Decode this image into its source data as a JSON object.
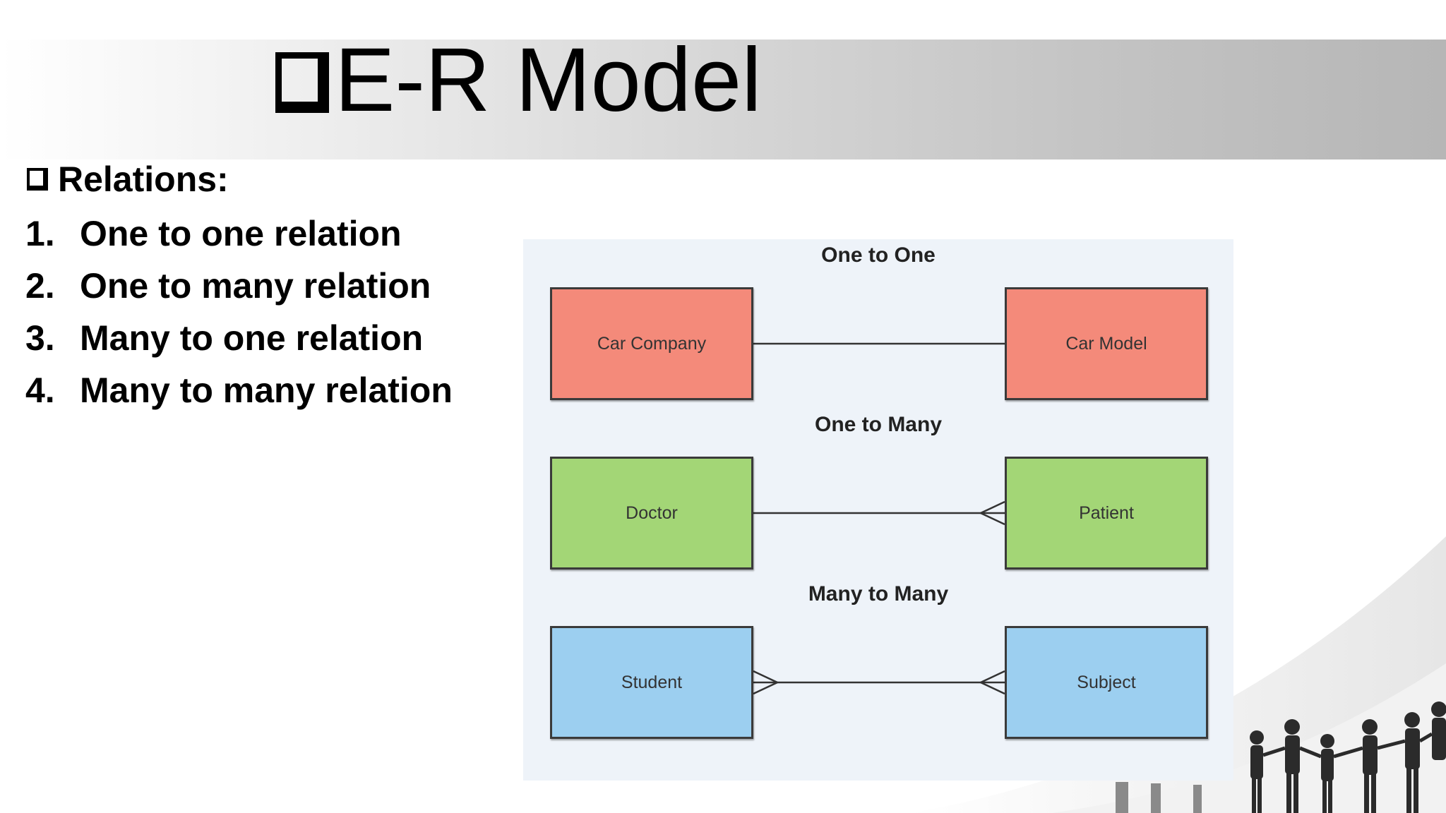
{
  "slide": {
    "title": "E-R Model",
    "subheading": "Relations:",
    "relations": [
      {
        "num": "1.",
        "text": "One to one relation"
      },
      {
        "num": "2.",
        "text": "One to many relation"
      },
      {
        "num": "3.",
        "text": "Many to one relation"
      },
      {
        "num": "4.",
        "text": "Many to many relation"
      }
    ]
  },
  "diagram": {
    "sections": [
      {
        "title": "One to One",
        "left": "Car Company",
        "right": "Car Model",
        "color": "#f48a7a"
      },
      {
        "title": "One to Many",
        "left": "Doctor",
        "right": "Patient",
        "color": "#a3d676"
      },
      {
        "title": "Many to Many",
        "left": "Student",
        "right": "Subject",
        "color": "#9ccff0"
      }
    ]
  }
}
